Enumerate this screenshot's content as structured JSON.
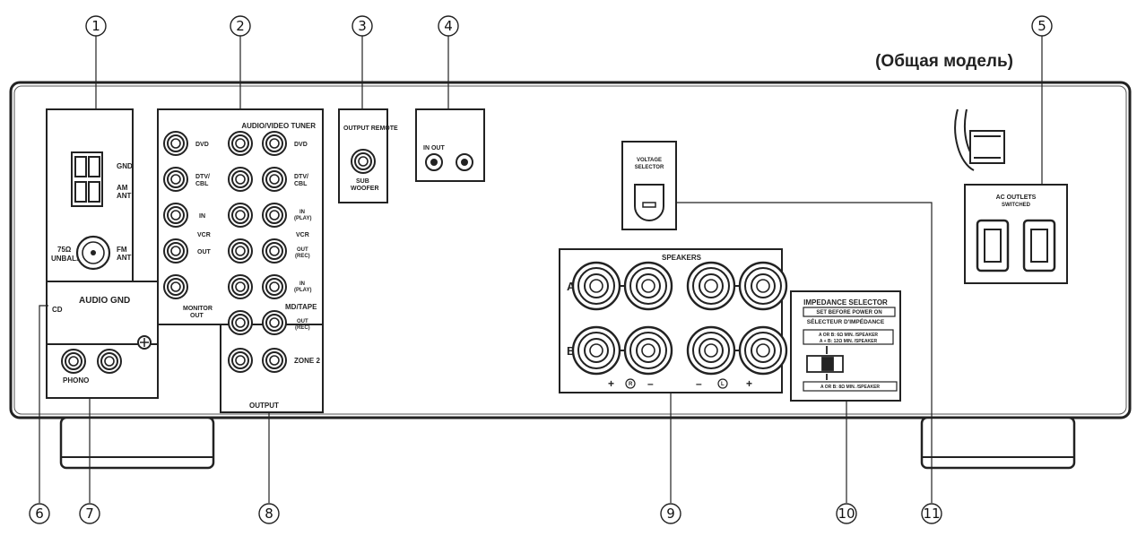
{
  "header": {
    "model_label": "(Общая модель)"
  },
  "callouts": [
    "1",
    "2",
    "3",
    "4",
    "5",
    "6",
    "7",
    "8",
    "9",
    "10",
    "11"
  ],
  "antenna": {
    "gnd": "GND",
    "am_ant_1": "AM",
    "am_ant_2": "ANT",
    "fm_ant_1": "FM",
    "fm_ant_2": "ANT",
    "unbal_1": "75Ω",
    "unbal_2": "UNBAL."
  },
  "avpanel": {
    "title": "AUDIO/VIDEO TUNER",
    "dvd": "DVD",
    "dtv_1": "DTV/",
    "dtv_2": "CBL",
    "in": "IN",
    "vcr": "VCR",
    "out": "OUT",
    "monitor_1": "MONITOR",
    "monitor_2": "OUT",
    "in_play_1": "IN",
    "in_play_2": "(PLAY)",
    "out_rec_1": "OUT",
    "out_rec_2": "(REC)",
    "md_tape": "MD/TAPE",
    "zone2": "ZONE 2",
    "output": "OUTPUT"
  },
  "audio_gnd": {
    "label": "AUDIO GND",
    "cd": "CD",
    "phono": "PHONO"
  },
  "output_remote": {
    "title": "OUTPUT REMOTE",
    "sub_1": "SUB",
    "sub_2": "WOOFER"
  },
  "remote_io": {
    "label": "IN   OUT"
  },
  "voltage": {
    "line1": "VOLTAGE",
    "line2": "SELECTOR"
  },
  "ac_outlets": {
    "line1": "AC OUTLETS",
    "line2": "SWITCHED"
  },
  "speakers": {
    "title": "SPEAKERS",
    "row_a": "A",
    "row_b": "B",
    "plus": "+",
    "minus": "–",
    "r": "R",
    "l": "L"
  },
  "impedance": {
    "title": "IMPEDANCE SELECTOR",
    "box": "SET BEFORE POWER ON",
    "fr": "SÉLECTEUR D'IMPÉDANCE",
    "opt1": "A OR B: 6Ω MIN. /SPEAKER",
    "opt1b": "A + B: 12Ω MIN. /SPEAKER",
    "opt2": "A OR B: 8Ω MIN. /SPEAKER"
  }
}
